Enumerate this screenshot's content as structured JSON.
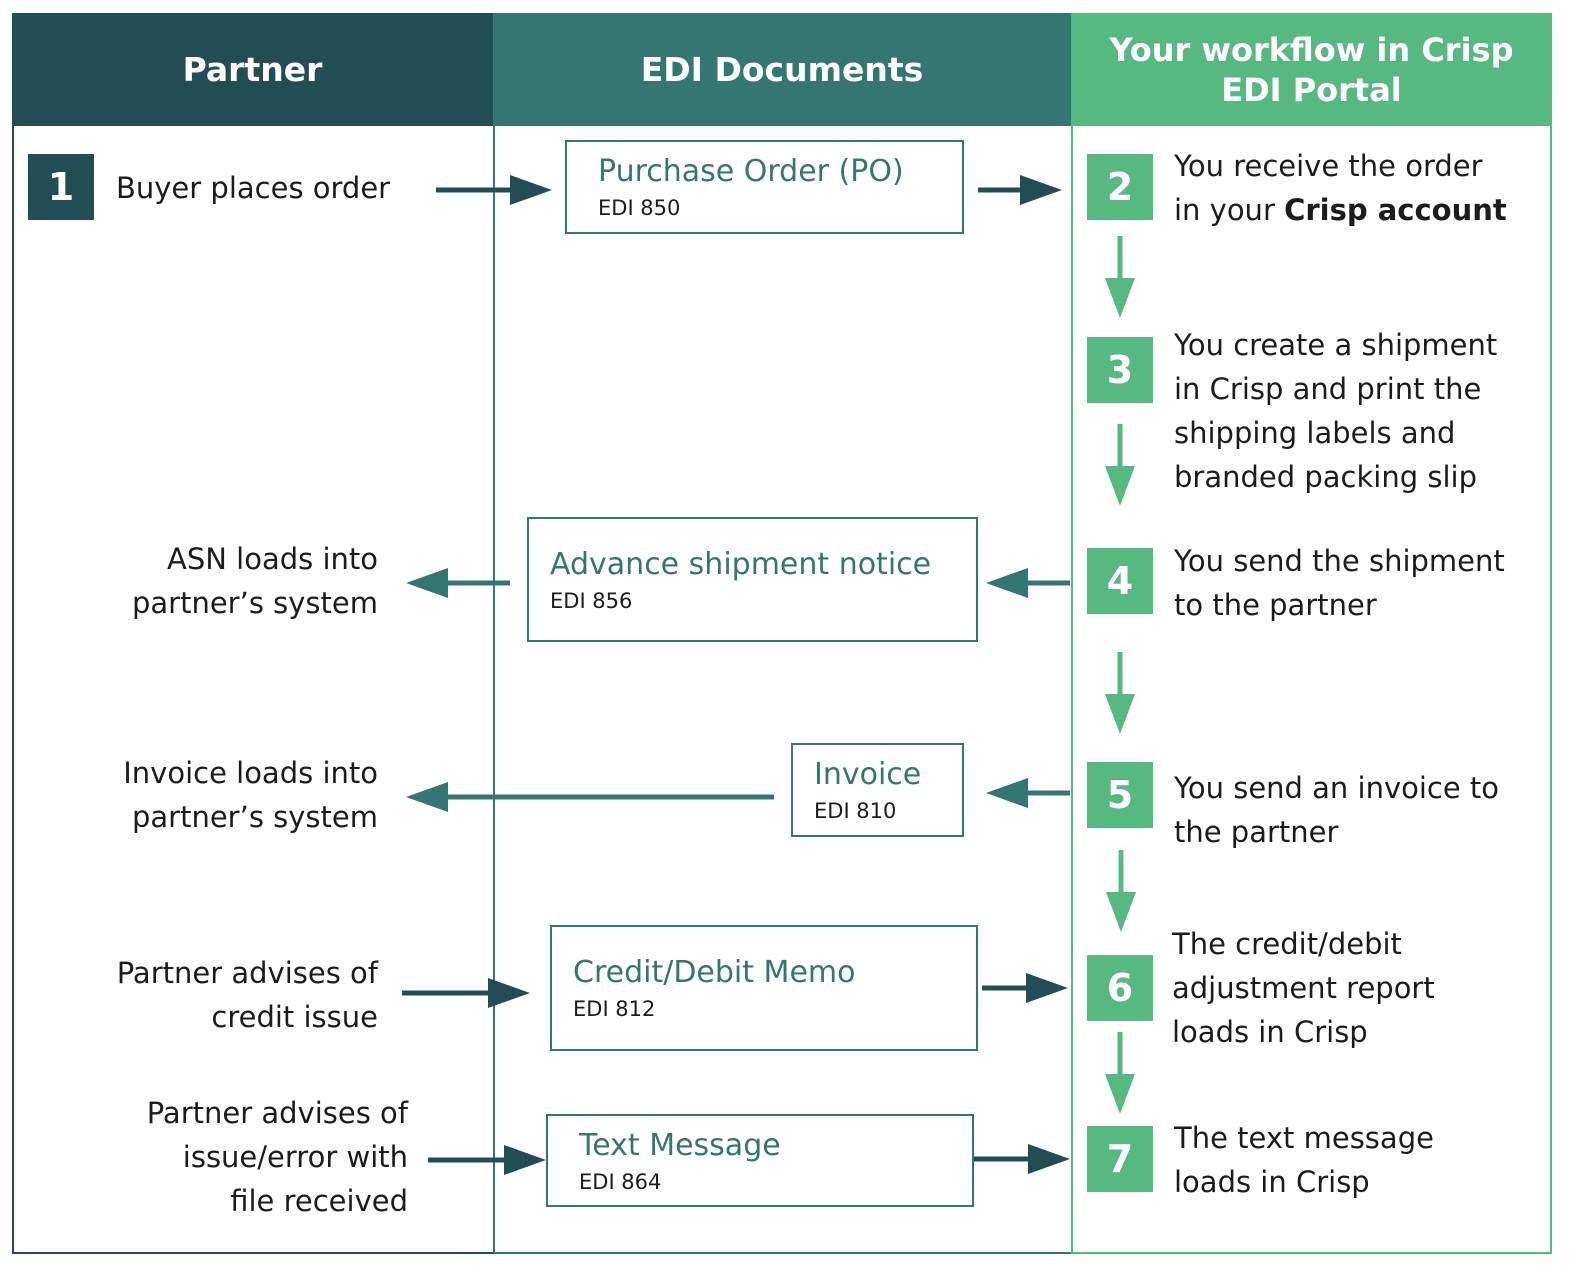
{
  "headers": {
    "partner": "Partner",
    "edi": "EDI Documents",
    "workflow": "Your workflow in Crisp\nEDI Portal"
  },
  "partner_steps": {
    "step1_number": "1",
    "step1_text": "Buyer places order",
    "asn_loads": "ASN loads into\npartner’s system",
    "invoice_loads": "Invoice loads into\npartner’s system",
    "credit_advise": "Partner advises of\ncredit issue",
    "error_advise": "Partner advises of\nissue/error with\nfile received"
  },
  "documents": [
    {
      "title": "Purchase Order (PO)",
      "code": "EDI 850"
    },
    {
      "title": "Advance shipment notice",
      "code": "EDI 856"
    },
    {
      "title": "Invoice",
      "code": "EDI 810"
    },
    {
      "title": "Credit/Debit Memo",
      "code": "EDI 812"
    },
    {
      "title": "Text Message",
      "code": "EDI 864"
    }
  ],
  "workflow_steps": [
    {
      "number": "2",
      "text_before": "You receive the order\nin your ",
      "text_bold": "Crisp account"
    },
    {
      "number": "3",
      "text": "You create a shipment\nin Crisp and print the\nshipping labels and\nbranded packing slip"
    },
    {
      "number": "4",
      "text": "You send the shipment\nto the partner"
    },
    {
      "number": "5",
      "text": "You send an invoice to\nthe partner"
    },
    {
      "number": "6",
      "text": "The credit/debit\nadjustment report\nloads in Crisp"
    },
    {
      "number": "7",
      "text": "The text message\nloads in Crisp"
    }
  ],
  "colors": {
    "partner_dark": "#224d55",
    "edi_teal": "#337672",
    "workflow_green": "#56b980"
  }
}
